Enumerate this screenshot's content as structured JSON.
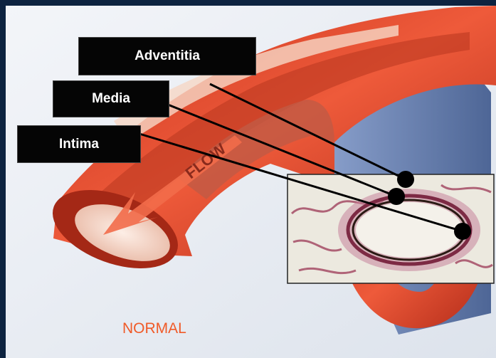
{
  "labels": {
    "adventitia": "Adventitia",
    "media": "Media",
    "intima": "Intima"
  },
  "caption": "NORMAL",
  "background_labels": {
    "flow": "FLOW"
  },
  "colors": {
    "frame": "#0d2340",
    "label_bg": "#050505",
    "label_text": "#ffffff",
    "caption": "#f05a28",
    "vessel_red": "#e8452d",
    "vessel_blue": "#6f86b8"
  }
}
